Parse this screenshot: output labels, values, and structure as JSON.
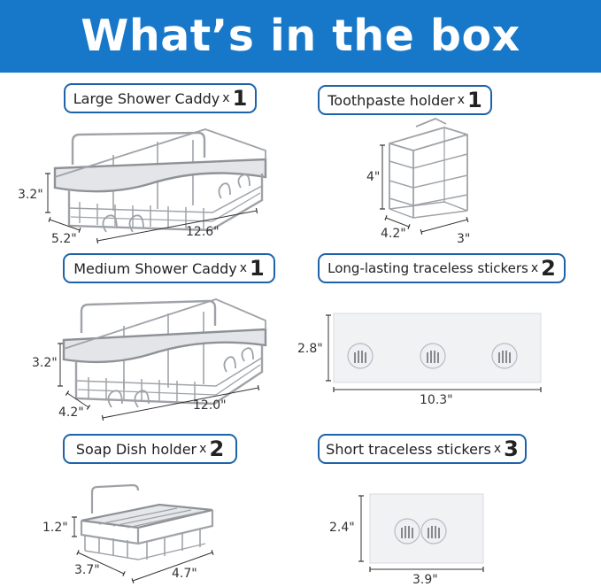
{
  "title": "What’s in the box",
  "colors": {
    "banner": "#1777c8",
    "label_border": "#1e63a8",
    "metal": "#9fa3a8"
  },
  "items": [
    {
      "name": "Large Shower Caddy",
      "x_mark": "x",
      "qty": "1",
      "dims": {
        "height": "3.2\"",
        "depth": "5.2\"",
        "width": "12.6\""
      }
    },
    {
      "name": "Toothpaste holder",
      "x_mark": "x",
      "qty": "1",
      "dims": {
        "height": "4\"",
        "depth": "4.2\"",
        "width": "3\""
      }
    },
    {
      "name": "Medium Shower Caddy",
      "x_mark": "x",
      "qty": "1",
      "dims": {
        "height": "3.2\"",
        "depth": "4.2\"",
        "width": "12.0\""
      }
    },
    {
      "name": "Long-lasting traceless stickers",
      "x_mark": "x",
      "qty": "2",
      "dims": {
        "height": "2.8\"",
        "width": "10.3\""
      }
    },
    {
      "name": "Soap Dish holder",
      "x_mark": "x",
      "qty": "2",
      "dims": {
        "height": "1.2\"",
        "depth": "3.7\"",
        "width": "4.7\""
      }
    },
    {
      "name": "Short traceless stickers",
      "x_mark": "x",
      "qty": "3",
      "dims": {
        "height": "2.4\"",
        "width": "3.9\""
      }
    }
  ]
}
